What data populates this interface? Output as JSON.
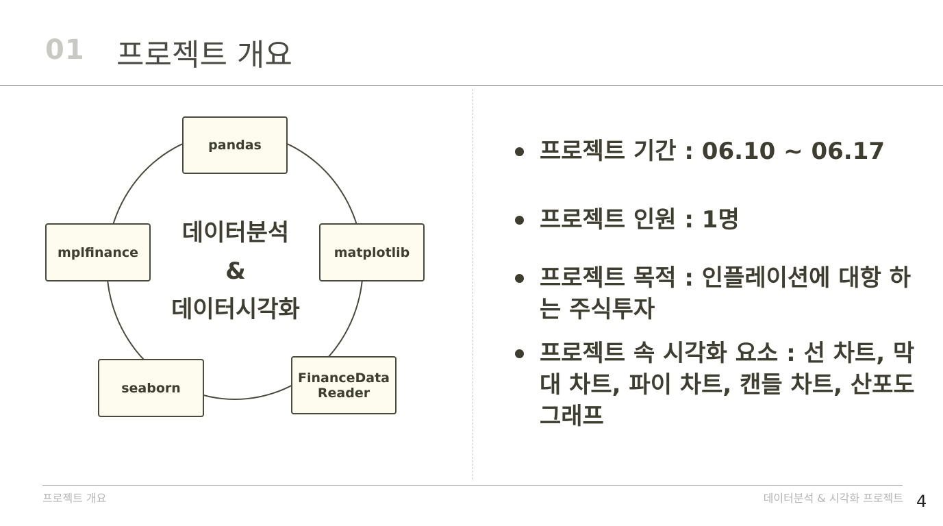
{
  "header": {
    "number": "01",
    "title": "프로젝트 개요"
  },
  "diagram": {
    "center_lines": [
      "데이터분석",
      "&",
      "데이터시각화"
    ],
    "libraries": {
      "pandas": "pandas",
      "matplotlib": "matplotlib",
      "mplfinance": "mplfinance",
      "seaborn": "seaborn",
      "financedatareader_line1": "FinanceData",
      "financedatareader_line2": "Reader"
    }
  },
  "bullets": [
    "프로젝트 기간 : 06.10 ~ 06.17",
    "프로젝트 인원 : 1명",
    "프로젝트 목적 : 인플레이션에 대항 하는 주식투자",
    "프로젝트 속 시각화 요소 : 선 차트, 막대 차트, 파이 차트, 캔들 차트, 산포도 그래프"
  ],
  "footer": {
    "left": "프로젝트 개요",
    "right": "데이터분석 & 시각화 프로젝트",
    "page": "4"
  },
  "colors": {
    "box_fill": "#fdfcee",
    "stroke": "#4a4a3c",
    "text": "#3d3d30",
    "muted": "#c9c9c4"
  }
}
